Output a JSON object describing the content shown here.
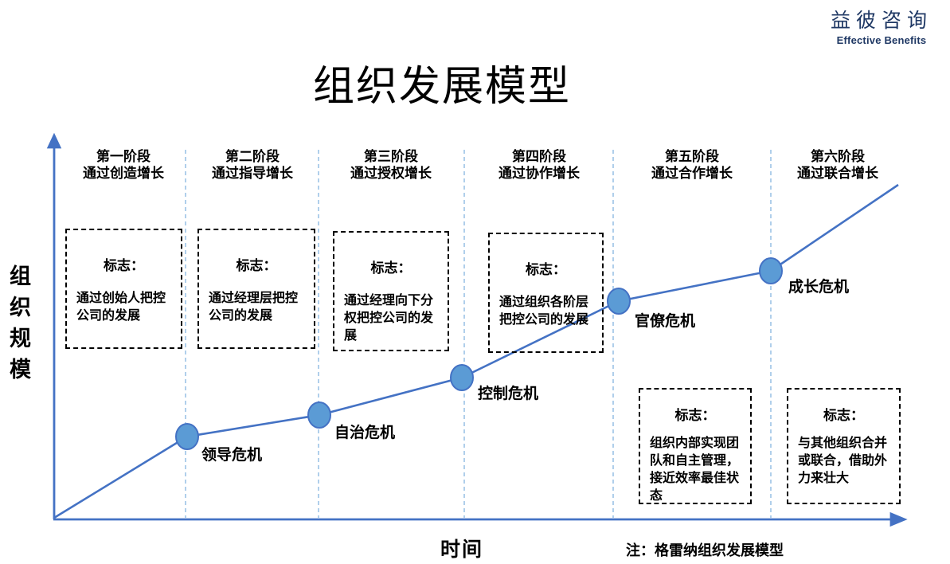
{
  "brand": {
    "name_cn": "益彼咨询",
    "name_en": "Effective Benefits",
    "color": "#1f3864"
  },
  "title": "组织发展模型",
  "axes": {
    "y_label": "组织规模",
    "x_label": "时间"
  },
  "note": "注：格雷纳组织发展模型",
  "stages": [
    {
      "phase": "第一阶段",
      "growth": "通过创造增长",
      "marker_title": "标志：",
      "marker_body": "通过创始人把控公司的发展"
    },
    {
      "phase": "第二阶段",
      "growth": "通过指导增长",
      "marker_title": "标志：",
      "marker_body": "通过经理层把控公司的发展"
    },
    {
      "phase": "第三阶段",
      "growth": "通过授权增长",
      "marker_title": "标志：",
      "marker_body": "通过经理向下分权把控公司的发展"
    },
    {
      "phase": "第四阶段",
      "growth": "通过协作增长",
      "marker_title": "标志：",
      "marker_body": "通过组织各阶层把控公司的发展"
    },
    {
      "phase": "第五阶段",
      "growth": "通过合作增长",
      "marker_title": "标志：",
      "marker_body": "组织内部实现团队和自主管理，接近效率最佳状态"
    },
    {
      "phase": "第六阶段",
      "growth": "通过联合增长",
      "marker_title": "标志：",
      "marker_body": "与其他组织合并或联合，借助外力来壮大"
    }
  ],
  "crises": [
    "领导危机",
    "自治危机",
    "控制危机",
    "官僚危机",
    "成长危机"
  ],
  "colors": {
    "axis_line": "#4472c4",
    "dot_fill": "#5b9bd5",
    "divider": "#9dc3e6"
  }
}
